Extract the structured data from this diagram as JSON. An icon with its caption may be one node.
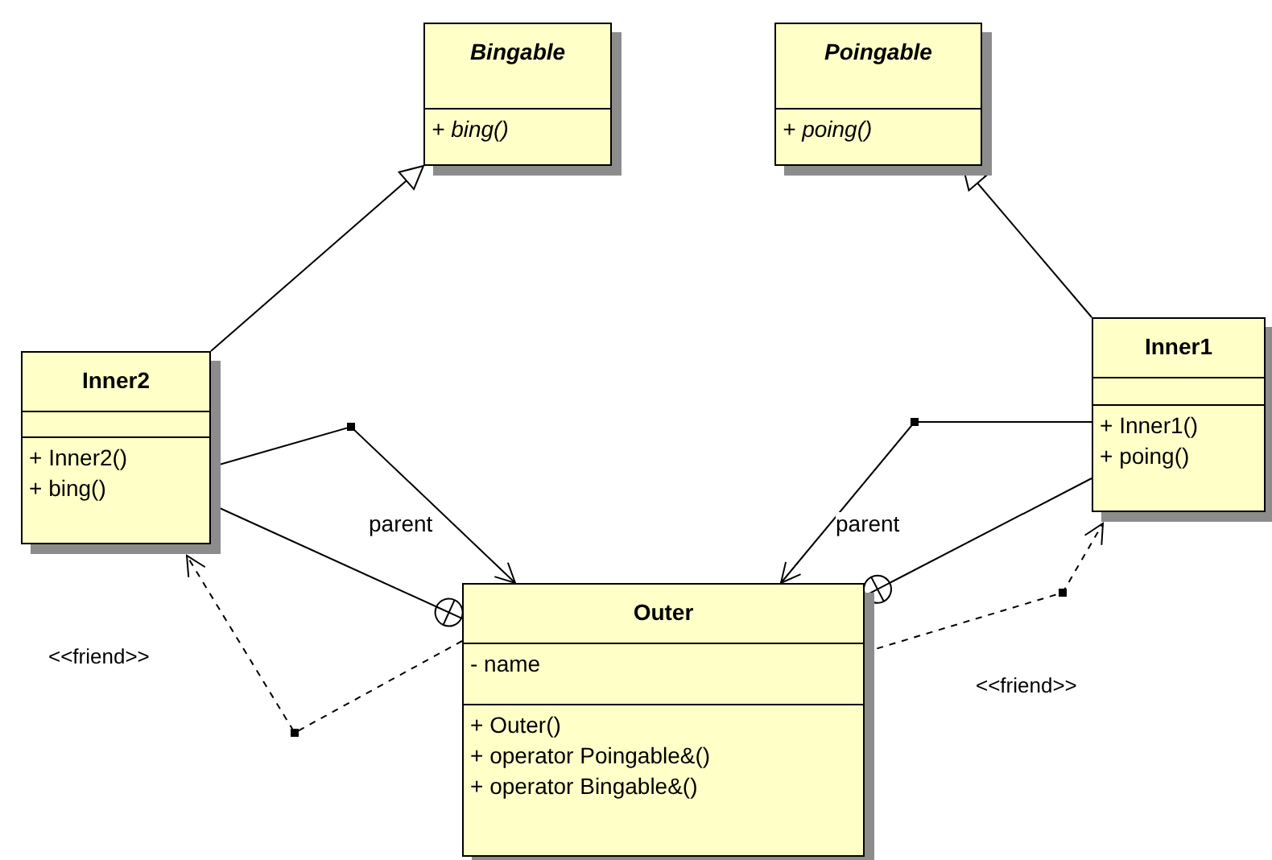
{
  "diagram": {
    "nodes": [
      {
        "text": [
          "Bingable",
          "+ bing()"
        ]
      },
      {
        "text": [
          "Poingable",
          "+ poing()"
        ]
      },
      {
        "text": [
          "Inner2",
          "+ Inner2()",
          "+ bing()"
        ]
      },
      {
        "text": [
          "Inner1",
          "+ Inner1()",
          "+ poing()"
        ]
      },
      {
        "text": [
          "Outer",
          "- name",
          "+ Outer()",
          "+ operator Poingable&()",
          "+ operator Bingable&()"
        ]
      }
    ],
    "edges": [
      {
        "from": 2,
        "to": 0,
        "arrow": "to"
      },
      {
        "from": 3,
        "to": 1,
        "arrow": "to"
      },
      {
        "from": 2,
        "to": 4,
        "arrow": "to",
        "label": "parent"
      },
      {
        "from": 3,
        "to": 4,
        "arrow": "to",
        "label": "parent"
      },
      {
        "from": 2,
        "to": 4,
        "arrow": "other"
      },
      {
        "from": 3,
        "to": 4,
        "arrow": "other"
      },
      {
        "from": 4,
        "to": 2,
        "arrow": "to",
        "label": "<<friend>>",
        "style": "dashed"
      },
      {
        "from": 4,
        "to": 3,
        "arrow": "to",
        "label": "<<friend>>",
        "style": "dashed"
      }
    ]
  }
}
